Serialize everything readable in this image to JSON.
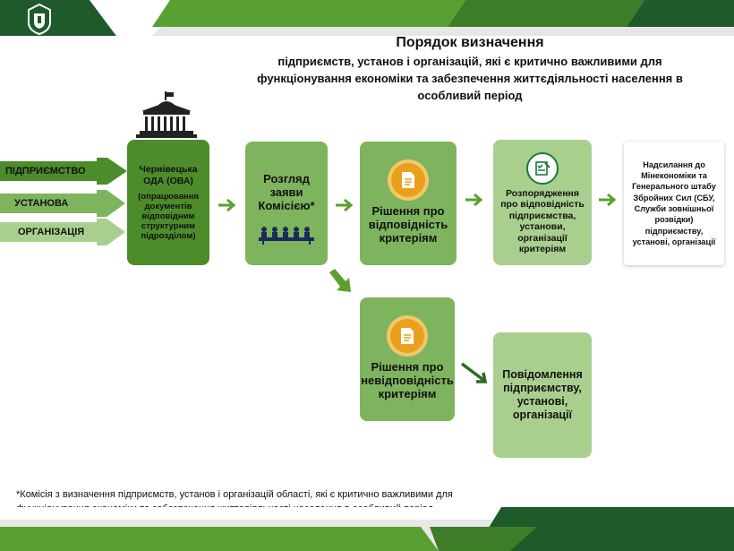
{
  "header": {
    "title_line1": "Порядок визначення",
    "title_line2": "підприємств, установ і організацій, які є критично важливими для",
    "title_line3": "функціонування економіки та забезпечення життєдіяльності населення в",
    "title_line4": "особливий період"
  },
  "entities": [
    "ПІДПРИЄМСТВО",
    "УСТАНОВА",
    "ОРГАНІЗАЦІЯ"
  ],
  "steps": {
    "oda_title": "Чернівецька ОДА (ОВА)",
    "oda_sub": "(опрацювання документів відповідним структурним підрозділом)",
    "review": "Розгляд заяви Комісією*",
    "decision_yes": "Рішення про відповідність критеріям",
    "order": "Розпорядження про відповідність підприємства, установи, організації критеріям",
    "sending": "Надсилання до Мінекономіки та Генерального штабу Збройних Сил (СБУ, Служби зовнішньої розвідки) підприємству, установі, організації",
    "decision_no": "Рішення про невідповідність критеріям",
    "notify": "Повідомлення підприємству, установі, організації"
  },
  "footnote": {
    "line1": "*Комісія з визначення підприємств, установ і організацій області, які є критично важливими для",
    "line2": "функціонування економіки та забезпечення життєдіяльності населення в особливий період"
  },
  "colors": {
    "dark_green": "#1f5a2a",
    "mid_green": "#4c8c2b",
    "light_green": "#7fb45e",
    "pale_green": "#a9cf8f",
    "accent_orange": "#e9a11d"
  },
  "icons": [
    "coat-of-arms-icon",
    "government-building-icon",
    "meeting-people-icon",
    "document-icon",
    "checklist-icon",
    "arrow-right-icon"
  ]
}
